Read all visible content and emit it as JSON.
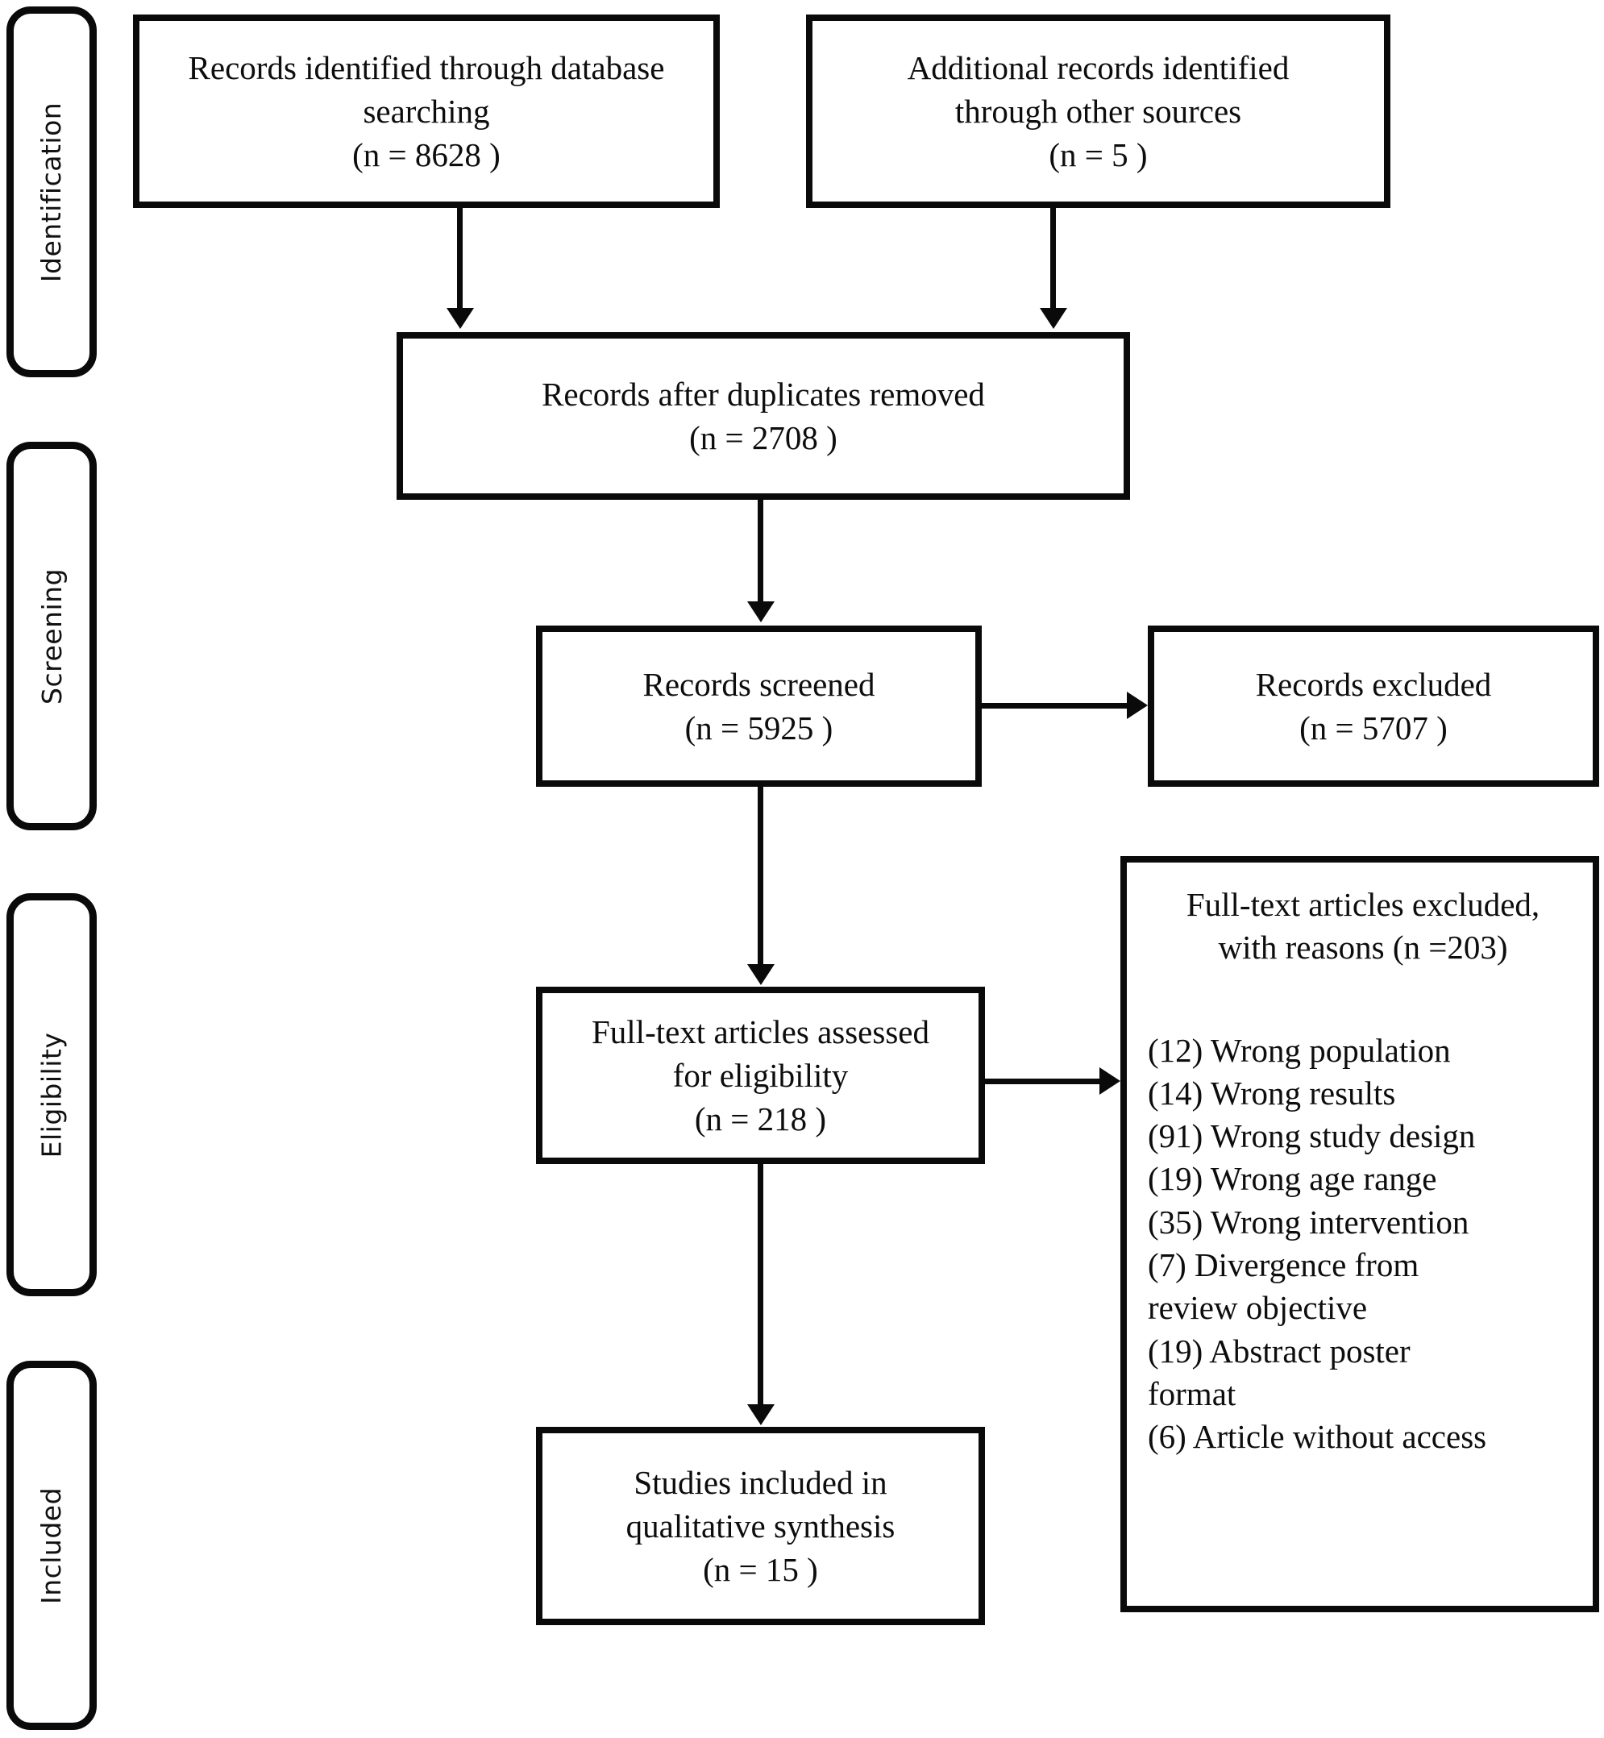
{
  "diagram": {
    "type": "prisma-flow-diagram",
    "stages": [
      {
        "id": "identification",
        "label": "Identification"
      },
      {
        "id": "screening",
        "label": "Screening"
      },
      {
        "id": "eligibility",
        "label": "Eligibility"
      },
      {
        "id": "included",
        "label": "Included"
      }
    ],
    "boxes": {
      "database_records": {
        "lines": [
          "Records identified through database",
          "searching",
          "(n = 8628 )"
        ],
        "n": 8628
      },
      "other_records": {
        "lines": [
          "Additional records identified",
          "through other sources",
          "(n = 5 )"
        ],
        "n": 5
      },
      "after_duplicates": {
        "lines": [
          "Records after duplicates removed",
          "(n = 2708 )"
        ],
        "n": 2708
      },
      "records_screened": {
        "lines": [
          "Records screened",
          "(n = 5925 )"
        ],
        "n": 5925
      },
      "records_excluded": {
        "lines": [
          "Records excluded",
          "(n =  5707 )"
        ],
        "n": 5707
      },
      "fulltext_assessed": {
        "lines": [
          "Full-text articles assessed",
          "for eligibility",
          "(n =  218 )"
        ],
        "n": 218
      },
      "fulltext_excluded": {
        "heading_lines": [
          "Full-text articles excluded,",
          "with reasons  (n =203)"
        ],
        "n": 203,
        "reasons": [
          "(12) Wrong population",
          "(14) Wrong results",
          "(91) Wrong study design",
          "(19) Wrong age range",
          "(35) Wrong intervention",
          "(7) Divergence from",
          "review objective",
          "(19) Abstract poster",
          "format",
          "(6) Article without access"
        ]
      },
      "studies_included": {
        "lines": [
          "Studies included in",
          "qualitative synthesis",
          "(n = 15 )"
        ],
        "n": 15
      }
    },
    "colors": {
      "stroke": "#0a0a0a",
      "background": "#ffffff",
      "text": "#0d0d0d"
    }
  }
}
